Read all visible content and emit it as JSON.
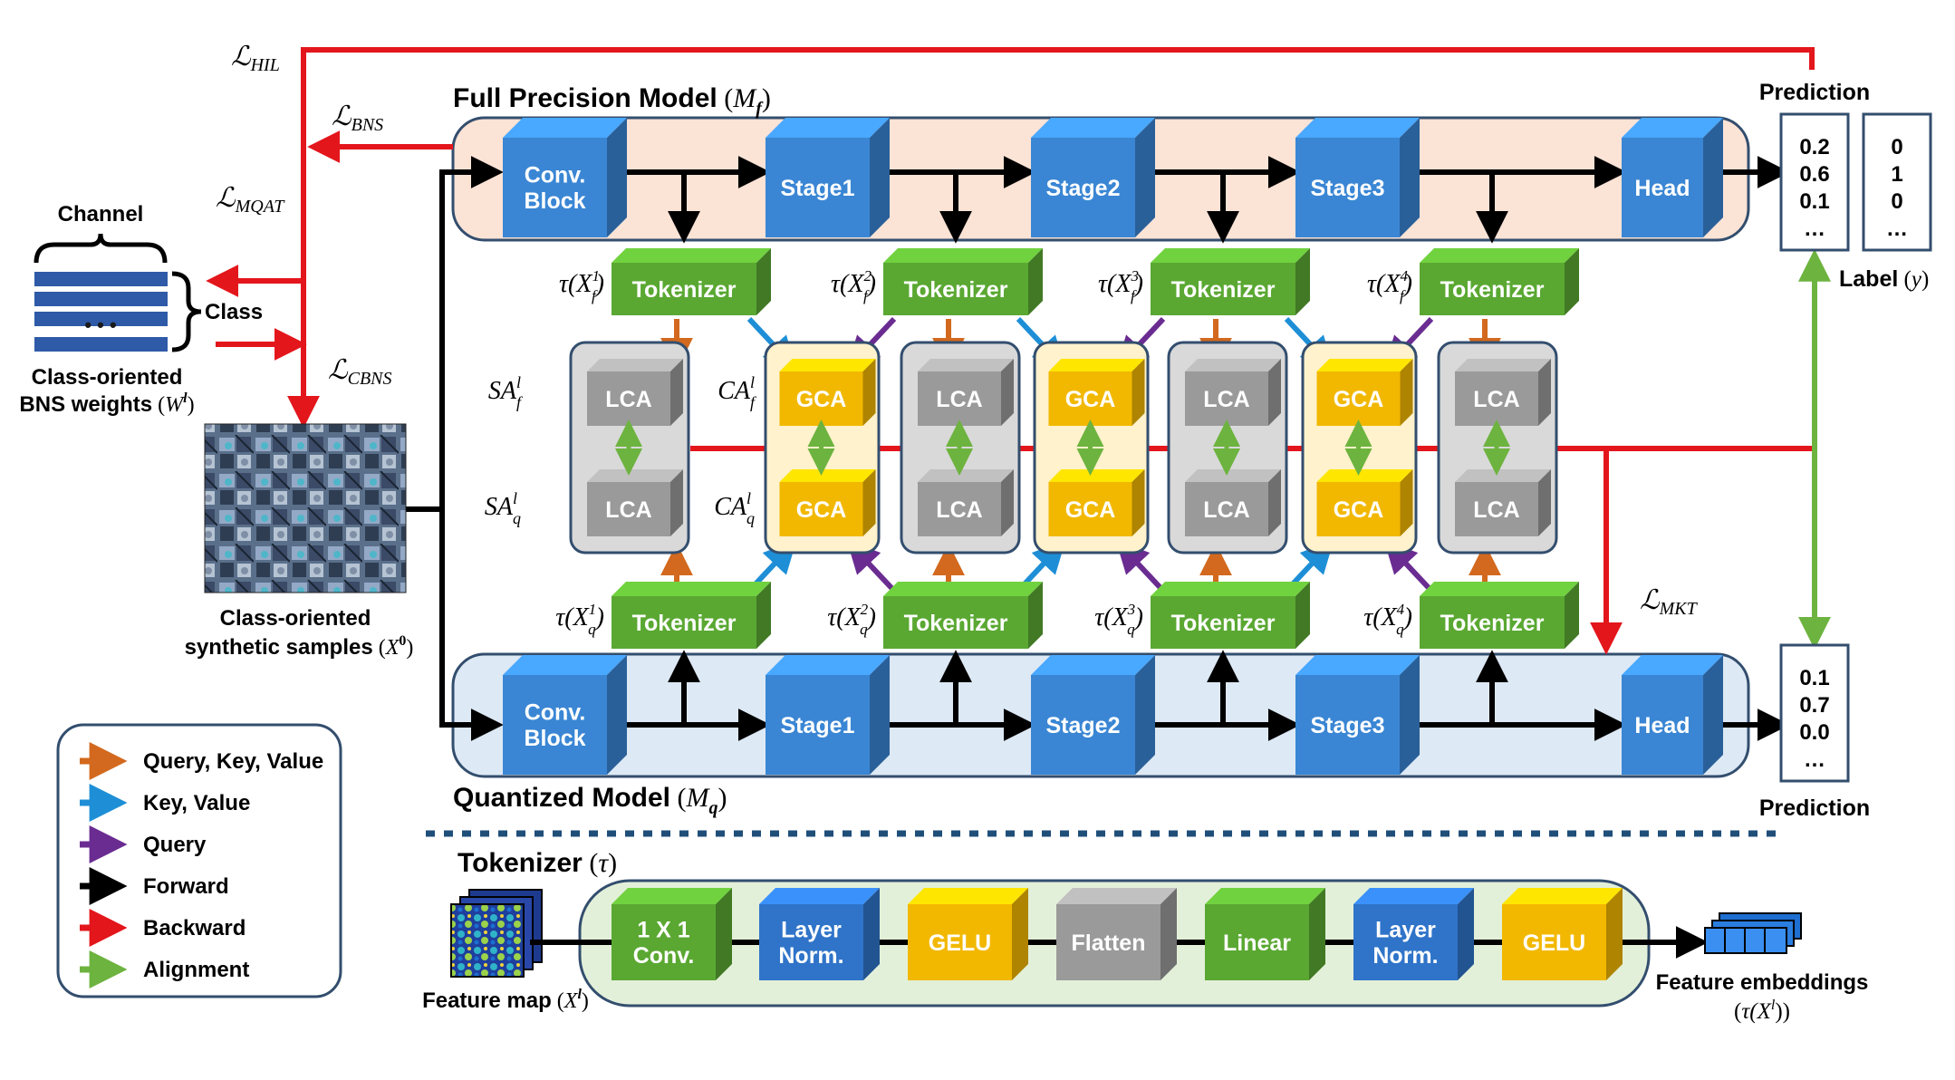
{
  "losses": {
    "hil": "HIL",
    "bns": "BNS",
    "mqat": "MQAT",
    "cbns": "CBNS",
    "mkt": "MKT",
    "symbol": "ℒ"
  },
  "full_model": {
    "title": "Full Precision Model",
    "symbol": "M",
    "sub": "f"
  },
  "quant_model": {
    "title": "Quantized Model",
    "symbol": "M",
    "sub": "q"
  },
  "tokenizer_section": {
    "title": "Tokenizer",
    "symbol": "τ"
  },
  "blocks": {
    "conv_line1": "Conv.",
    "conv_line2": "Block",
    "stage1": "Stage1",
    "stage2": "Stage2",
    "stage3": "Stage3",
    "head": "Head",
    "tokenizer": "Tokenizer",
    "lca": "LCA",
    "gca": "GCA"
  },
  "attention_labels": {
    "sa_f": "SA",
    "sa_q": "SA",
    "ca_f": "CA",
    "ca_q": "CA",
    "sup": "l",
    "sub_f": "f",
    "sub_q": "q"
  },
  "token_labels": {
    "tau": "τ",
    "x": "X",
    "sup": [
      "1",
      "2",
      "3",
      "4"
    ],
    "sub_f": "f",
    "sub_q": "q"
  },
  "prediction_top": {
    "title": "Prediction",
    "values": [
      "0.2",
      "0.6",
      "0.1",
      "…"
    ]
  },
  "label_box": {
    "title": "Label",
    "symbol": "y",
    "values": [
      "0",
      "1",
      "0",
      "…"
    ]
  },
  "prediction_bottom": {
    "title": "Prediction",
    "values": [
      "0.1",
      "0.7",
      "0.0",
      "…"
    ]
  },
  "bns": {
    "channel": "Channel",
    "class": "Class",
    "caption_line1": "Class-oriented",
    "caption_line2": "BNS weights",
    "caption_symbol": "W",
    "caption_sup": "l"
  },
  "samples": {
    "caption_line1": "Class-oriented",
    "caption_line2": "synthetic samples",
    "caption_symbol": "X",
    "caption_sup": "0"
  },
  "legend": {
    "items": [
      {
        "label": "Query, Key, Value",
        "color": "#d2691e"
      },
      {
        "label": "Key, Value",
        "color": "#1e8fd6"
      },
      {
        "label": "Query",
        "color": "#6a2c91"
      },
      {
        "label": "Forward",
        "color": "#000000"
      },
      {
        "label": "Backward",
        "color": "#e3161c"
      },
      {
        "label": "Alignment",
        "color": "#6db33f"
      }
    ]
  },
  "tokenizer_pipeline": {
    "blocks": [
      {
        "line1": "1 X 1",
        "line2": "Conv.",
        "color": "green"
      },
      {
        "line1": "Layer",
        "line2": "Norm.",
        "color": "blue"
      },
      {
        "line1": "GELU",
        "line2": "",
        "color": "yellow"
      },
      {
        "line1": "Flatten",
        "line2": "",
        "color": "gray"
      },
      {
        "line1": "Linear",
        "line2": "",
        "color": "green"
      },
      {
        "line1": "Layer",
        "line2": "Norm.",
        "color": "blue"
      },
      {
        "line1": "GELU",
        "line2": "",
        "color": "yellow"
      }
    ],
    "input_label": "Feature map",
    "input_symbol": "X",
    "input_sup": "l",
    "output_label": "Feature embeddings",
    "output_symbol": "τ(X",
    "output_sup": "l",
    "output_close": "))"
  },
  "colors": {
    "red": "#e3161c",
    "green_arrow": "#6db33f",
    "orange": "#d2691e",
    "blue_arrow": "#1e8fd6",
    "purple": "#6a2c91",
    "top_panel": "#fbe3d6",
    "bottom_panel": "#dde9f5",
    "tok_panel": "#e3f0d9",
    "gray_box": "#d9d9d9",
    "yellow_box": "#fff2cc"
  }
}
